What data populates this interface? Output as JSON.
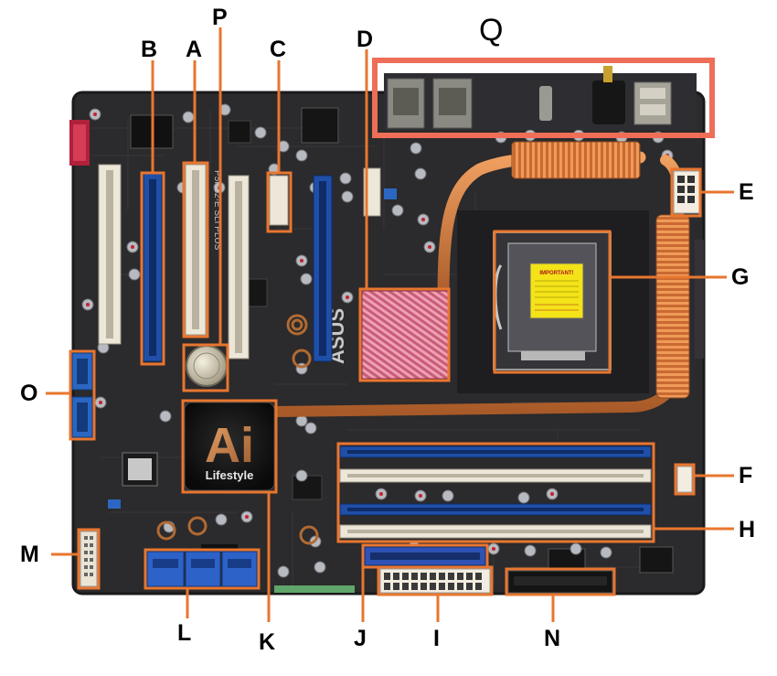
{
  "labels": {
    "A": "A",
    "B": "B",
    "C": "C",
    "D": "D",
    "E": "E",
    "F": "F",
    "G": "G",
    "H": "H",
    "I": "I",
    "J": "J",
    "K": "K",
    "L": "L",
    "M": "M",
    "N": "N",
    "O": "O",
    "P": "P",
    "Q": "Q"
  },
  "board_text": {
    "brand": "ASUS",
    "model": "P5N32-E SLI PLUS",
    "logo_main": "Ai",
    "logo_sub": "Lifestyle",
    "warning_title": "IMPORTANT!"
  },
  "colors": {
    "callout": "#e8762f",
    "callout_box_q": "#ee6e57",
    "pcb": "#2b2a2c",
    "copper": "#c87a3c",
    "slot_blue": "#1f4fa8",
    "slot_white": "#ece7d8",
    "heatsink_pink": "#d9728c"
  }
}
